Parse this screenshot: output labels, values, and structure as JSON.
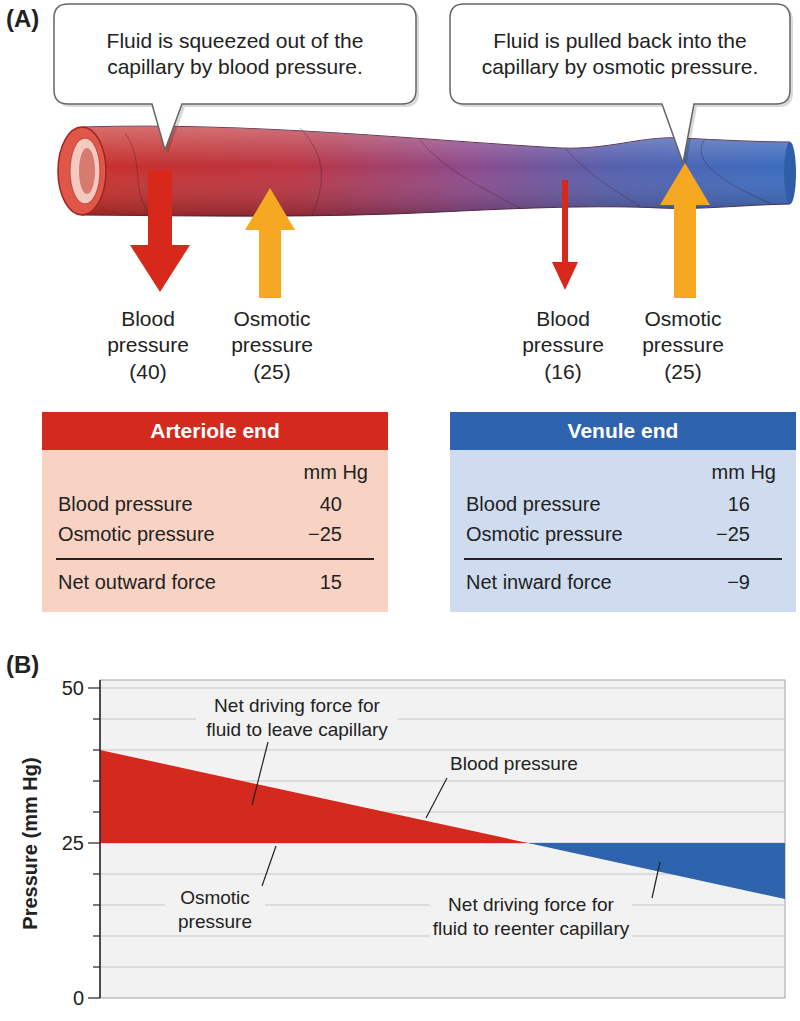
{
  "diagram": {
    "nodes": [
      {
        "text": [
          "Fluid is squeezed out of the capillary by blood pressure."
        ]
      },
      {
        "text": [
          "Fluid is pulled back into the capillary by osmotic pressure."
        ]
      },
      {
        "text": [
          "Arteriole end",
          "mm Hg",
          "Blood pressure",
          "40",
          "Osmotic pressure",
          "−25",
          "Net outward force",
          "15"
        ]
      },
      {
        "text": [
          "Venule end",
          "mm Hg",
          "Blood pressure",
          "16",
          "Osmotic pressure",
          "−25",
          "Net inward force",
          "−9"
        ]
      }
    ],
    "labels": [
      "(A)",
      "Blood pressure (40)",
      "Osmotic pressure (25)",
      "Blood pressure (16)",
      "Osmotic pressure (25)",
      "(B)",
      "Pressure (mm Hg)",
      "50",
      "25",
      "0",
      "Net driving force for fluid to leave capillary",
      "Blood pressure",
      "Osmotic pressure",
      "Net driving force for fluid to reenter capillary"
    ]
  }
}
